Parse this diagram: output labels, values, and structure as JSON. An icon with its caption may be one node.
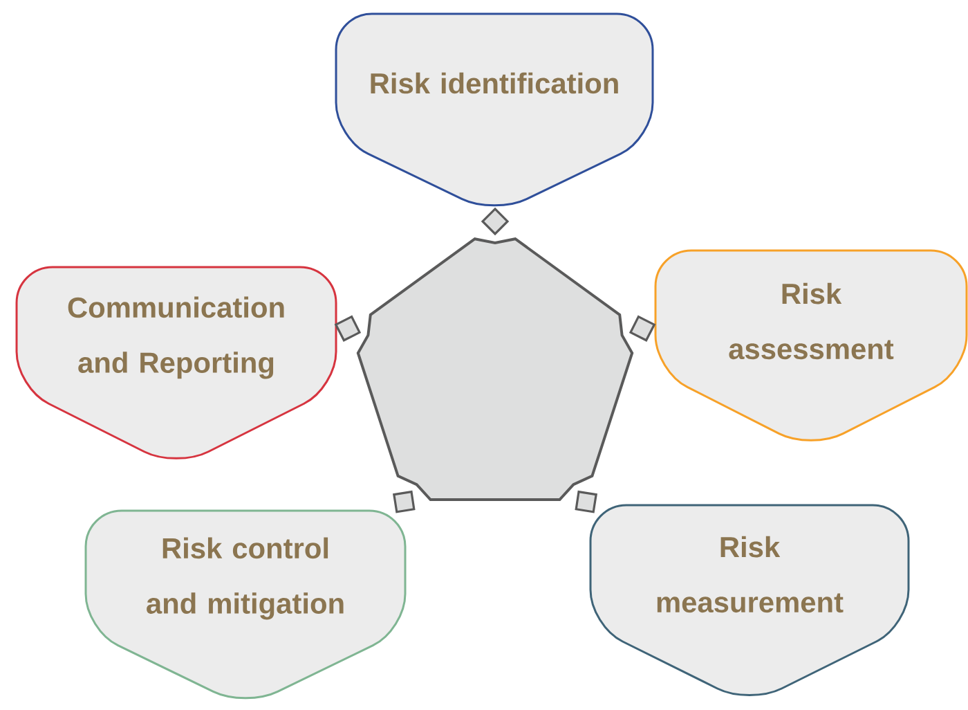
{
  "diagram": {
    "nodes": [
      {
        "text": [
          "Risk identification"
        ]
      },
      {
        "text": [
          "Risk assessment"
        ]
      },
      {
        "text": [
          "Communication and Reporting"
        ]
      },
      {
        "text": [
          "Risk control and mitigation"
        ]
      },
      {
        "text": [
          "Risk measurement"
        ]
      },
      {
        "text": [],
        "shape": "pentagon"
      }
    ]
  }
}
